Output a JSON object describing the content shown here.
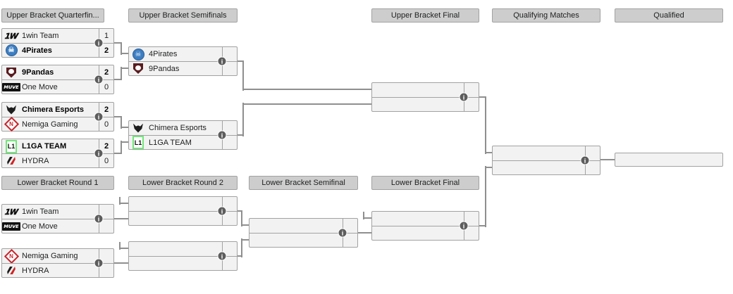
{
  "headers": {
    "ub_quarterfinals": "Upper Bracket Quarterfin...",
    "ub_semifinals": "Upper Bracket Semifinals",
    "ub_final": "Upper Bracket Final",
    "qualifying_matches": "Qualifying Matches",
    "qualified": "Qualified",
    "lb_round1": "Lower Bracket Round 1",
    "lb_round2": "Lower Bracket Round 2",
    "lb_semifinal": "Lower Bracket Semifinal",
    "lb_final": "Lower Bracket Final"
  },
  "colors": {
    "header_bg": "#cdcdcd",
    "match_bg": "#f2f2f2",
    "border": "#a2a2a2",
    "connector": "#8f8f8f",
    "info_icon_bg": "#5d5d5d"
  },
  "matches": {
    "ub_qf_1": {
      "top": {
        "logo": "1win",
        "name": "1win Team",
        "score": "1",
        "winner": "false"
      },
      "bottom": {
        "logo": "4pirates",
        "name": "4Pirates",
        "score": "2",
        "winner": "true"
      }
    },
    "ub_qf_2": {
      "top": {
        "logo": "9pandas",
        "name": "9Pandas",
        "score": "2",
        "winner": "true"
      },
      "bottom": {
        "logo": "onemove",
        "name": "One Move",
        "score": "0",
        "winner": "false"
      }
    },
    "ub_qf_3": {
      "top": {
        "logo": "chimera",
        "name": "Chimera Esports",
        "score": "2",
        "winner": "true"
      },
      "bottom": {
        "logo": "nemiga",
        "name": "Nemiga Gaming",
        "score": "0",
        "winner": "false"
      }
    },
    "ub_qf_4": {
      "top": {
        "logo": "l1ga",
        "name": "L1GA TEAM",
        "score": "2",
        "winner": "true"
      },
      "bottom": {
        "logo": "hydra",
        "name": "HYDRA",
        "score": "0",
        "winner": "false"
      }
    },
    "ub_sf_1": {
      "top": {
        "logo": "4pirates",
        "name": "4Pirates",
        "score": "",
        "winner": "false"
      },
      "bottom": {
        "logo": "9pandas",
        "name": "9Pandas",
        "score": "",
        "winner": "false"
      }
    },
    "ub_sf_2": {
      "top": {
        "logo": "chimera",
        "name": "Chimera Esports",
        "score": "",
        "winner": "false"
      },
      "bottom": {
        "logo": "l1ga",
        "name": "L1GA TEAM",
        "score": "",
        "winner": "false"
      }
    },
    "lb_r1_1": {
      "top": {
        "logo": "1win",
        "name": "1win Team",
        "score": "",
        "winner": "false"
      },
      "bottom": {
        "logo": "onemove",
        "name": "One Move",
        "score": "",
        "winner": "false"
      }
    },
    "lb_r1_2": {
      "top": {
        "logo": "nemiga",
        "name": "Nemiga Gaming",
        "score": "",
        "winner": "false"
      },
      "bottom": {
        "logo": "hydra",
        "name": "HYDRA",
        "score": "",
        "winner": "false"
      }
    }
  }
}
